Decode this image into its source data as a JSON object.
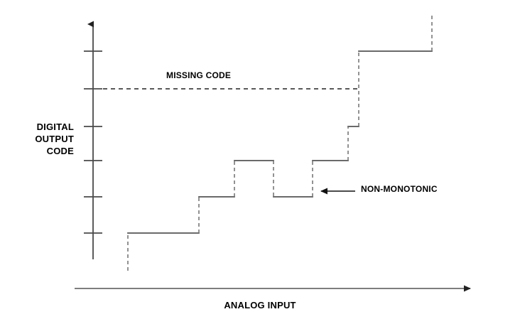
{
  "figure": {
    "title_present": false,
    "background_color": "#ffffff",
    "line_color": "#3f3f3f",
    "text_color": "#000000"
  },
  "axes": {
    "y_title_lines": [
      "DIGITAL",
      "OUTPUT",
      "CODE"
    ],
    "y_title_text": "DIGITAL\nOUTPUT\nCODE",
    "x_title": "ANALOG INPUT",
    "y_tick_count": 6,
    "x_tick_count": 0
  },
  "annotations": {
    "missing_code": "MISSING CODE",
    "non_monotonic": "NON-MONOTONIC"
  },
  "chart_data": {
    "type": "line",
    "title": "",
    "xlabel": "ANALOG INPUT",
    "ylabel": "DIGITAL OUTPUT CODE",
    "subtitle": "",
    "grid": false,
    "legend_position": "none",
    "xlim": [
      0,
      732
    ],
    "ylim": [
      0,
      456
    ],
    "y_axis": {
      "x_position": 131,
      "top": 30,
      "bottom": 365,
      "arrow": "up",
      "tick_half_width": 13,
      "tick_y_positions": [
        72,
        125,
        178,
        226,
        277,
        328
      ],
      "tick_labels": []
    },
    "x_axis": {
      "y_position": 406,
      "left": 105,
      "right": 670,
      "arrow": "right",
      "tick_x_positions": [],
      "tick_labels": []
    },
    "description": "ADC transfer characteristic staircase showing a missing code and a non-monotonic step",
    "staircase_treads": [
      {
        "index": 0,
        "x_start": 180,
        "x_end": 280,
        "y": 328,
        "code_level": 1
      },
      {
        "index": 1,
        "x_start": 280,
        "x_end": 330,
        "y": 277,
        "code_level": 2
      },
      {
        "index": 2,
        "x_start": 330,
        "x_end": 385,
        "y": 226,
        "code_level": 3
      },
      {
        "index": 3,
        "x_start": 385,
        "x_end": 440,
        "y": 277,
        "code_level": 2
      },
      {
        "index": 4,
        "x_start": 440,
        "x_end": 490,
        "y": 226,
        "code_level": 3
      },
      {
        "index": 5,
        "x_start": 490,
        "x_end": 505,
        "y": 178,
        "code_level": 4
      },
      {
        "index": 6,
        "x_start": 505,
        "x_end": 608,
        "y": 72,
        "code_level": 6
      }
    ],
    "staircase_risers": [
      {
        "index": 0,
        "x": 180,
        "y_from": 380,
        "y_to": 328,
        "direction": "up"
      },
      {
        "index": 1,
        "x": 280,
        "y_from": 328,
        "y_to": 277,
        "direction": "up"
      },
      {
        "index": 2,
        "x": 330,
        "y_from": 277,
        "y_to": 226,
        "direction": "up"
      },
      {
        "index": 3,
        "x": 385,
        "y_from": 226,
        "y_to": 277,
        "direction": "down"
      },
      {
        "index": 4,
        "x": 440,
        "y_from": 277,
        "y_to": 226,
        "direction": "up"
      },
      {
        "index": 5,
        "x": 490,
        "y_from": 226,
        "y_to": 178,
        "direction": "up"
      },
      {
        "index": 6,
        "x": 505,
        "y_from": 178,
        "y_to": 72,
        "direction": "up"
      },
      {
        "index": 7,
        "x": 608,
        "y_from": 72,
        "y_to": 20,
        "direction": "up"
      }
    ],
    "missing_code_line": {
      "y": 125,
      "x_start": 145,
      "x_end": 503,
      "style": "dashed",
      "label": "MISSING CODE",
      "label_x": 234,
      "label_y": 99
    },
    "non_monotonic_pointer": {
      "arrow_tip_x": 449,
      "arrow_tail_x": 500,
      "y": 269,
      "label": "NON-MONOTONIC",
      "label_x": 508,
      "label_y": 259
    }
  }
}
